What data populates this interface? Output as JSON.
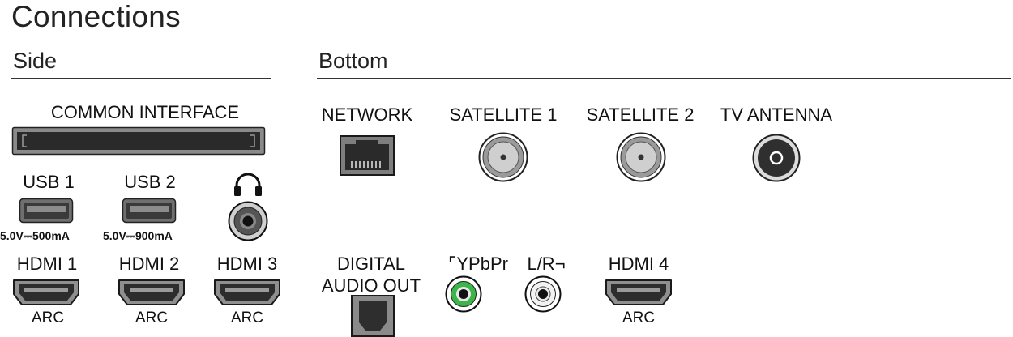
{
  "title": "Connections",
  "sections": {
    "side": "Side",
    "bottom": "Bottom"
  },
  "side": {
    "common_interface": "COMMON INTERFACE",
    "usb1": {
      "label": "USB 1",
      "spec": "5.0V⎓500mA"
    },
    "usb2": {
      "label": "USB 2",
      "spec": "5.0V⎓900mA"
    },
    "headphone_icon": "headphone-icon",
    "hdmi": [
      {
        "label": "HDMI 1",
        "sub": "ARC"
      },
      {
        "label": "HDMI 2",
        "sub": "ARC"
      },
      {
        "label": "HDMI 3",
        "sub": "ARC"
      }
    ]
  },
  "bottom": {
    "network": "NETWORK",
    "satellite1": "SATELLITE 1",
    "satellite2": "SATELLITE 2",
    "tv_antenna": "TV ANTENNA",
    "digital_audio_line1": "DIGITAL",
    "digital_audio_line2": "AUDIO OUT",
    "ypbpr": "⌜YPbPr",
    "lr": "L/R¬",
    "hdmi4": {
      "label": "HDMI 4",
      "sub": "ARC"
    }
  },
  "colors": {
    "ypbpr_green": "#3cb54a",
    "port_dark": "#3a3a3a"
  }
}
